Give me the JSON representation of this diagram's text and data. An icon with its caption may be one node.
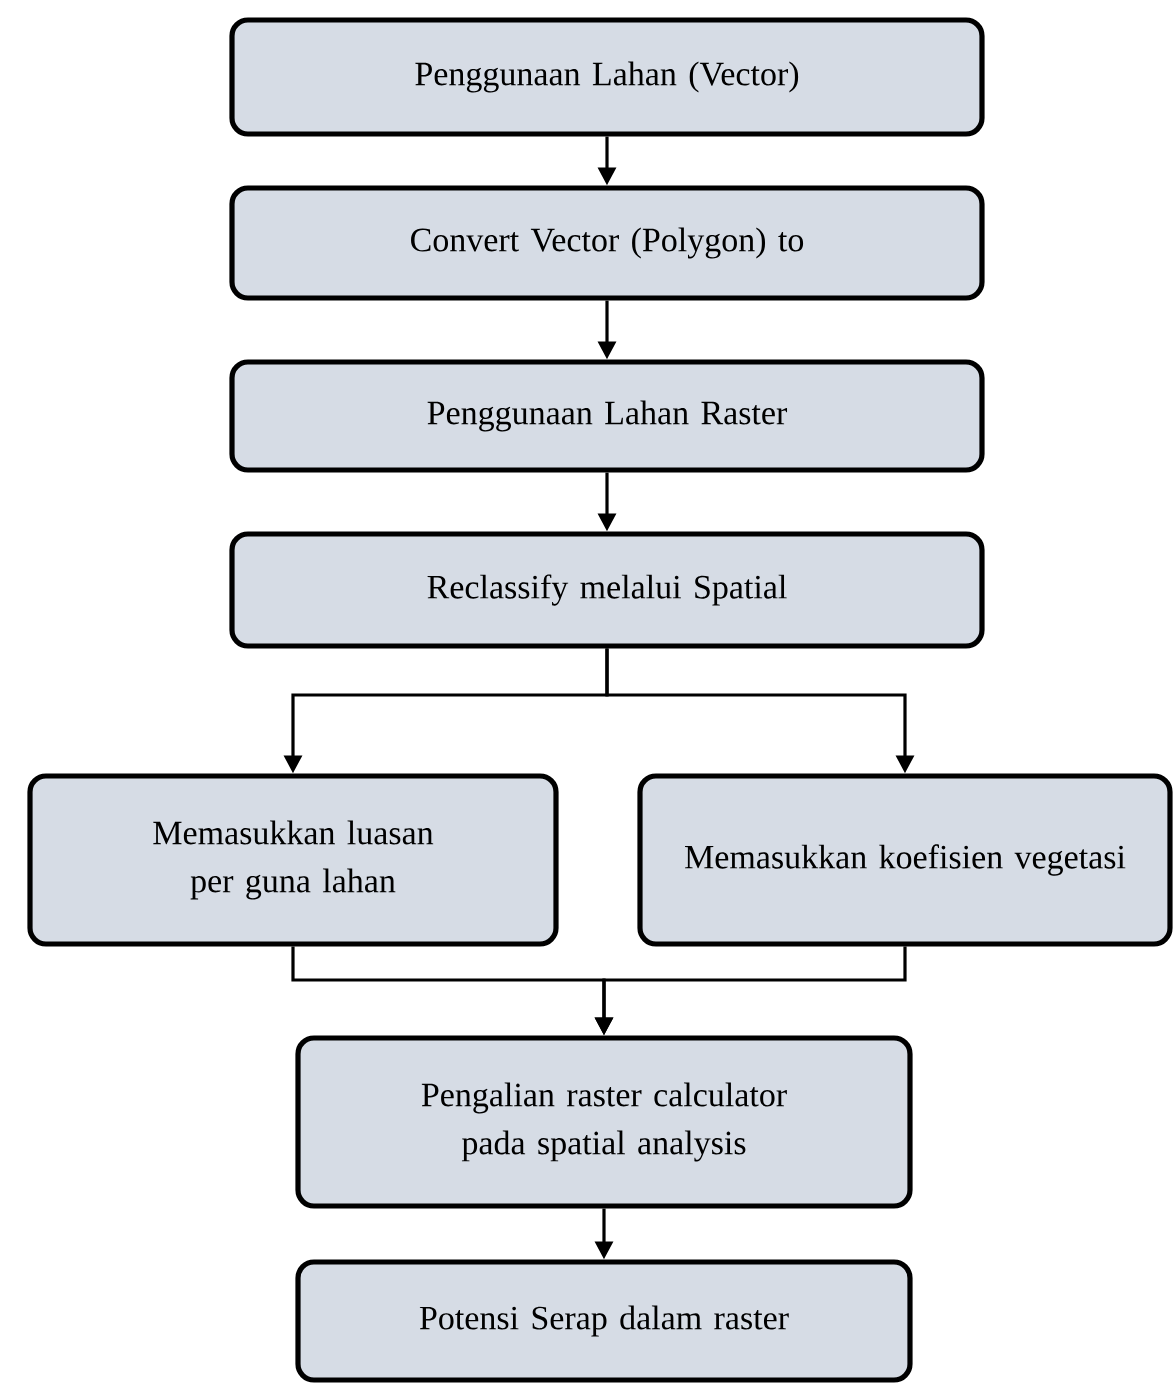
{
  "diagram": {
    "nodes": [
      {
        "text": [
          "Penggunaan Lahan (Vector)"
        ]
      },
      {
        "text": [
          "Convert Vector (Polygon) to"
        ]
      },
      {
        "text": [
          "Penggunaan Lahan Raster"
        ]
      },
      {
        "text": [
          "Reclassify melalui Spatial"
        ]
      },
      {
        "text": [
          "Memasukkan luasan per guna lahan"
        ]
      },
      {
        "text": [
          "Memasukkan koefisien vegetasi"
        ]
      },
      {
        "text": [
          "Pengalian raster calculator pada spatial analysis"
        ]
      },
      {
        "text": [
          "Potensi Serap dalam raster"
        ]
      }
    ],
    "edges": [
      {
        "from": 0,
        "to": 1,
        "arrow": "to"
      },
      {
        "from": 1,
        "to": 2,
        "arrow": "to"
      },
      {
        "from": 2,
        "to": 3,
        "arrow": "to"
      },
      {
        "from": 3,
        "to": 4,
        "arrow": "to"
      },
      {
        "from": 3,
        "to": 5,
        "arrow": "to"
      },
      {
        "from": 4,
        "to": 6,
        "arrow": "to"
      },
      {
        "from": 5,
        "to": 6,
        "arrow": "to"
      },
      {
        "from": 6,
        "to": 7,
        "arrow": "to"
      }
    ]
  }
}
